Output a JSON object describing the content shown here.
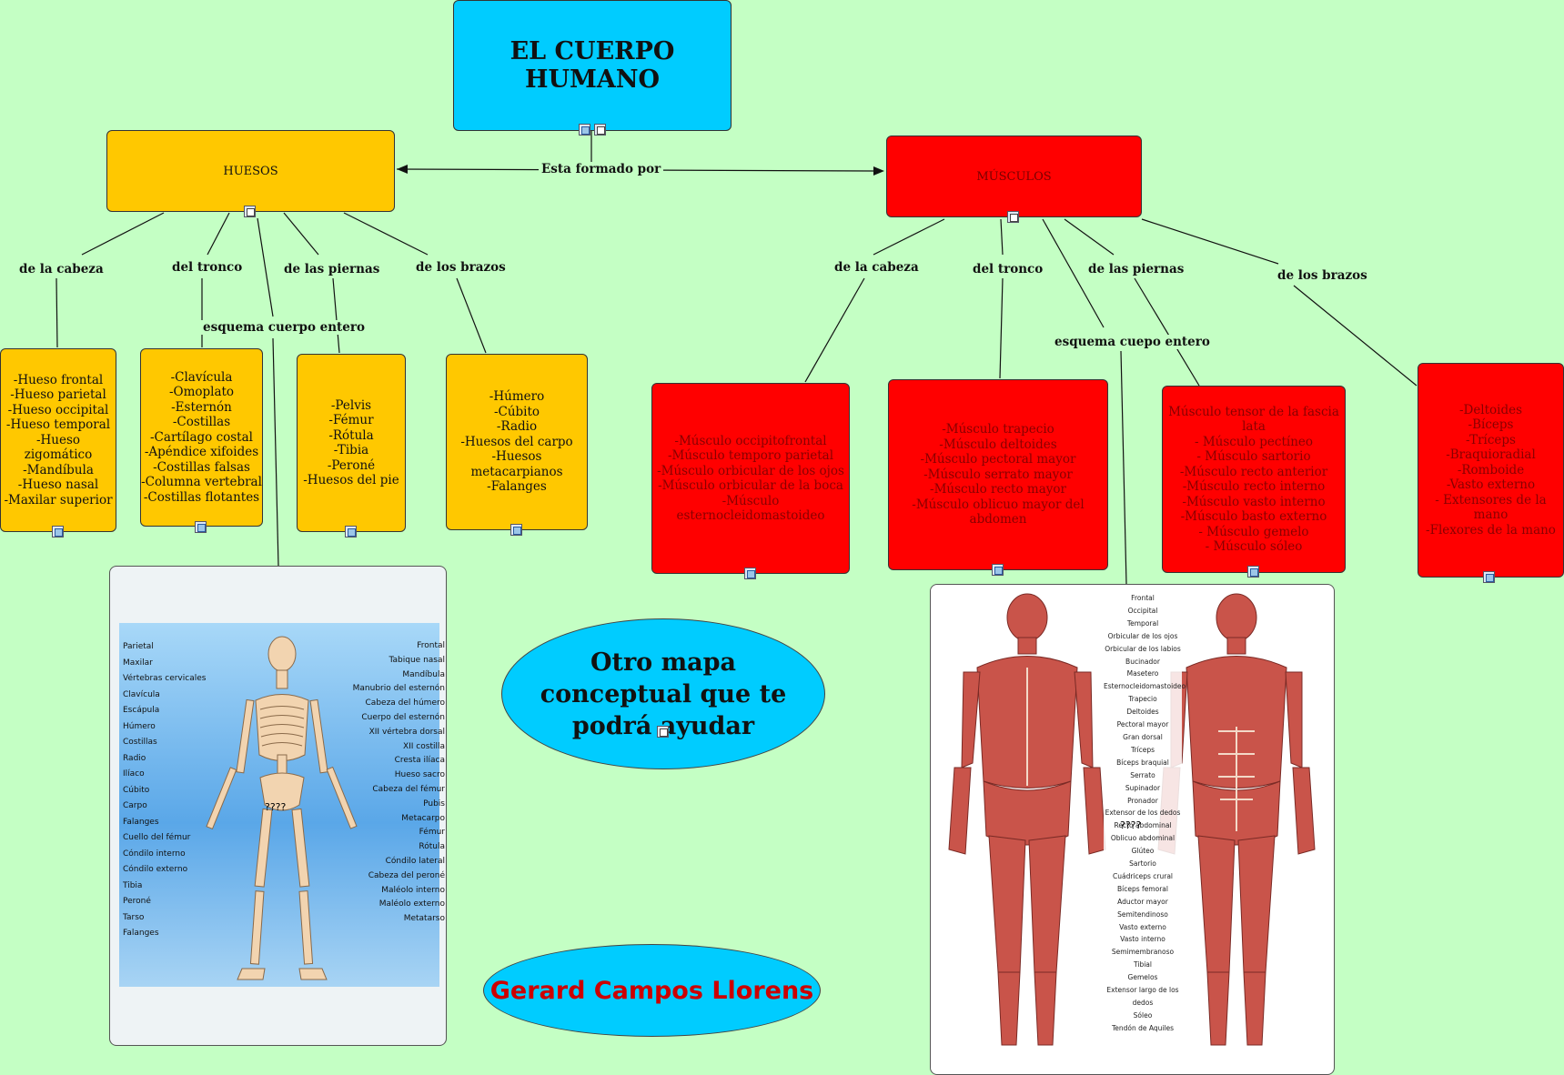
{
  "title": "EL CUERPO HUMANO",
  "link_main": "Esta formado por",
  "huesos": {
    "title": "HUESOS",
    "links": [
      "de la cabeza",
      "del tronco",
      "de las piernas",
      "de los brazos",
      "esquema cuerpo entero"
    ],
    "cabeza": [
      "-Hueso frontal",
      "-Hueso parietal",
      "-Hueso occipital",
      "-Hueso temporal",
      "-Hueso zigomático",
      "-Mandíbula",
      "-Hueso nasal",
      "-Maxilar superior"
    ],
    "tronco": [
      "-Clavícula",
      "-Omoplato",
      "-Esternón",
      "-Costillas",
      "-Cartílago costal",
      "-Apéndice xifoides",
      "-Costillas falsas",
      "-Columna vertebral",
      "-Costillas flotantes"
    ],
    "piernas": [
      "-Pelvis",
      "-Fémur",
      "-Rótula",
      "-Tibia",
      "-Peroné",
      "-Huesos del pie"
    ],
    "brazos": [
      "-Húmero",
      "-Cúbito",
      "-Radio",
      "-Huesos del carpo",
      "-Huesos metacarpianos",
      "-Falanges"
    ]
  },
  "musculos": {
    "title": "MÚSCULOS",
    "links": [
      "de la cabeza",
      "del tronco",
      "de las piernas",
      "de los brazos",
      "esquema cuepo entero"
    ],
    "cabeza": [
      "-Músculo occipitofrontal",
      "-Músculo temporo parietal",
      "-Músculo orbicular de los ojos",
      "-Músculo orbicular de la boca",
      "-Músculo esternocleidomastoideo"
    ],
    "tronco": [
      "-Músculo trapecio",
      "-Músculo deltoides",
      "-Músculo pectoral mayor",
      "-Músculo serrato mayor",
      "-Músculo recto mayor",
      "-Músculo oblicuo mayor del abdomen"
    ],
    "piernas": [
      "Músculo tensor de la fascia lata",
      "- Músculo pectíneo",
      "- Músculo sartorio",
      "-Músculo recto anterior",
      "-Músculo recto interno",
      "-Músculo vasto interno",
      "-Músculo basto externo",
      "- Músculo gemelo",
      "- Músculo sóleo"
    ],
    "brazos": [
      "-Deltoides",
      "-Bíceps",
      "-Tríceps",
      "-Braquioradial",
      "-Romboide",
      "-Vasto externo",
      "- Extensores de la mano",
      "-Flexores de la mano"
    ]
  },
  "skeleton_labels_left": [
    "Parietal",
    "Maxilar",
    "Vértebras cervicales",
    "Clavícula",
    "Escápula",
    "Húmero",
    "Costillas",
    "Radio",
    "Ilíaco",
    "Cúbito",
    "Carpo",
    "Falanges",
    "Cuello del fémur",
    "Cóndilo interno",
    "Cóndilo externo",
    "Tibia",
    "Peroné",
    "Tarso",
    "Falanges"
  ],
  "skeleton_labels_right": [
    "Frontal",
    "Tabique nasal",
    "Mandíbula",
    "Manubrio del esternón",
    "Cabeza del húmero",
    "Cuerpo del esternón",
    "XII vértebra dorsal",
    "XII costilla",
    "Cresta ilíaca",
    "Hueso sacro",
    "Cabeza del fémur",
    "Pubis",
    "Metacarpo",
    "Fémur",
    "Rótula",
    "Cóndilo lateral",
    "Cabeza del peroné",
    "Maléolo interno",
    "Maléolo externo",
    "Metatarso"
  ],
  "skeleton_unknown": "????",
  "muscle_labels": [
    "Frontal",
    "Occipital",
    "Temporal",
    "Orbicular de los ojos",
    "Orbicular de los labios",
    "Bucinador",
    "Masetero",
    "Esternocleidomastoideo",
    "Trapecio",
    "Deltoides",
    "Pectoral mayor",
    "Gran dorsal",
    "Tríceps",
    "Bíceps braquial",
    "Serrato",
    "Supinador",
    "Pronador",
    "Extensor de los dedos",
    "Recto abdominal",
    "Oblicuo abdominal",
    "Glúteo",
    "Sartorio",
    "Cuádriceps crural",
    "Bíceps femoral",
    "Aductor mayor",
    "Semitendinoso",
    "Vasto externo",
    "Vasto interno",
    "Semimembranoso",
    "Tibial",
    "Gemelos",
    "Extensor largo de los dedos",
    "Sóleo",
    "Tendón de Aquiles"
  ],
  "muscle_unknown": "????",
  "otro_mapa": "Otro mapa conceptual que te podrá ayudar",
  "autor": "Gerard Campos Llorens",
  "colors": {
    "background": "#c4ffc4",
    "title_box": "#00ccff",
    "huesos": "#ffc800",
    "musculos": "#ff0000",
    "author_text": "#cc0000"
  }
}
